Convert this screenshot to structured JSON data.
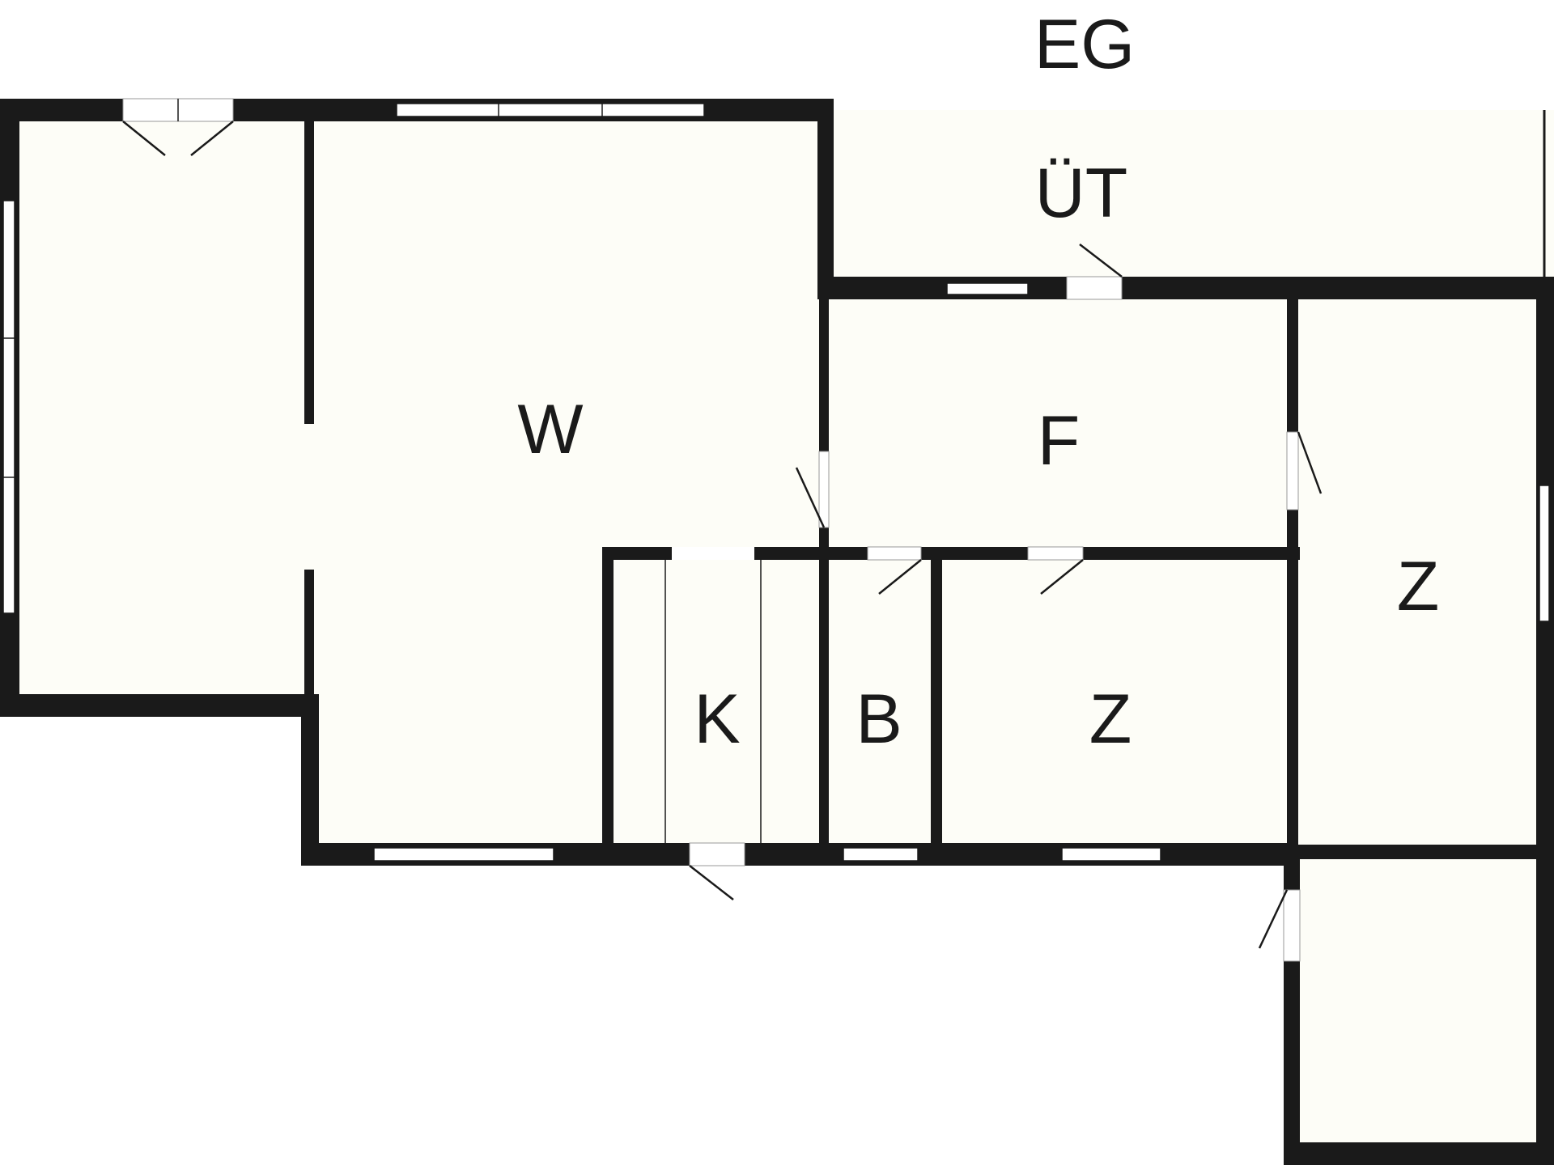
{
  "floor": {
    "title": "EG"
  },
  "outside": {
    "label": "ÜT"
  },
  "rooms": {
    "living": "W",
    "kitchen": "K",
    "bath": "B",
    "hall": "F",
    "bedroom_middle": "Z",
    "bedroom_right": "Z"
  },
  "colors": {
    "wall": "#1a1a1a",
    "floor": "#fdfdf7",
    "background": "#ffffff"
  }
}
